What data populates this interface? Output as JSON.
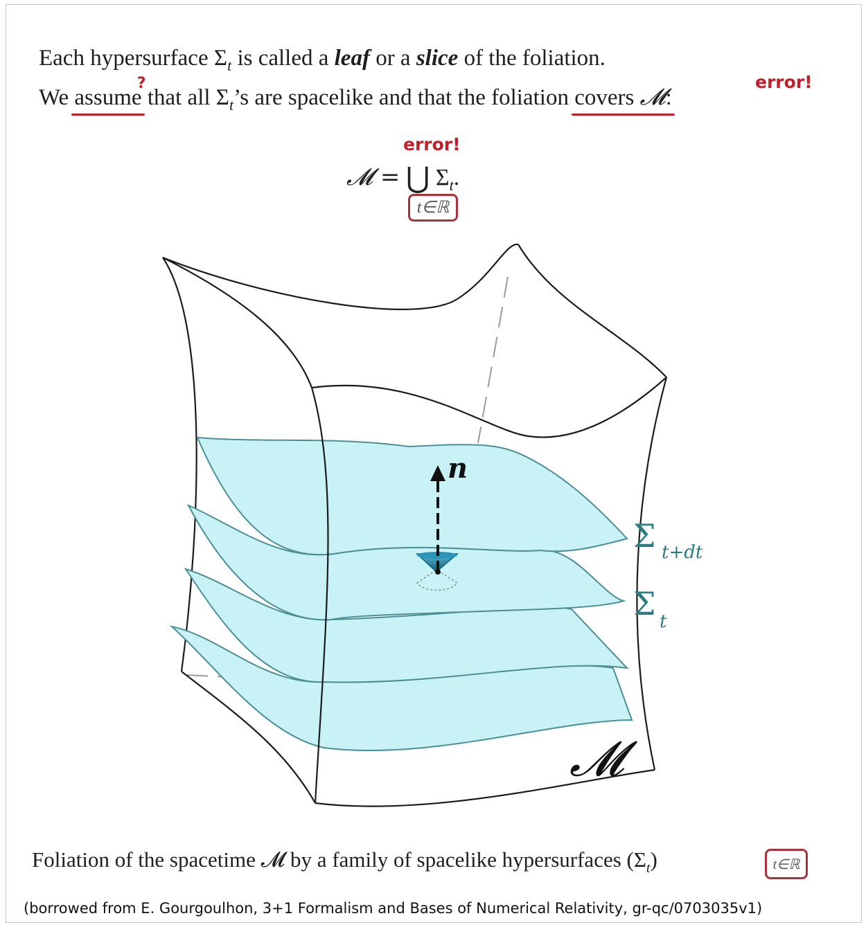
{
  "line1": {
    "t1": "Each hypersurface Σ",
    "t1_sub": "t",
    "t2": " is called a ",
    "leaf": "leaf",
    "t3": " or a ",
    "slice": "slice",
    "t4": " of the foliation."
  },
  "line2": {
    "t1": "We ",
    "assume": "assume",
    "q": "?",
    "t2": " that all Σ",
    "t2_sub": "t",
    "t3": "’s are spacelike and that the foliation ",
    "covers": "covers",
    "m": "𝓜",
    "colon": ":",
    "error": "error!"
  },
  "formula": {
    "error": "error!",
    "lhs": "𝓜 =",
    "union": "⋃",
    "sigma": "Σ",
    "sigma_sub": "t",
    "dot": ".",
    "index": "t∈ℝ"
  },
  "figure": {
    "n_label": "n",
    "sigma_tdt": "Σ",
    "sigma_tdt_sub": "t+dt",
    "sigma_t": "Σ",
    "sigma_t_sub": "t",
    "manifold": "𝓜",
    "leaf_fill": "#c8f2f6",
    "leaf_stroke": "#4a8e96",
    "cone_color": "#1c86a8"
  },
  "caption": {
    "text": "Foliation of the spacetime 𝓜 by a family of spacelike hypersurfaces (Σ",
    "sub": "t",
    "close": ")",
    "index": "t∈ℝ"
  },
  "credit": "(borrowed from E. Gourgoulhon, 3+1 Formalism and Bases of Numerical Relativity, gr-qc/0703035v1)"
}
